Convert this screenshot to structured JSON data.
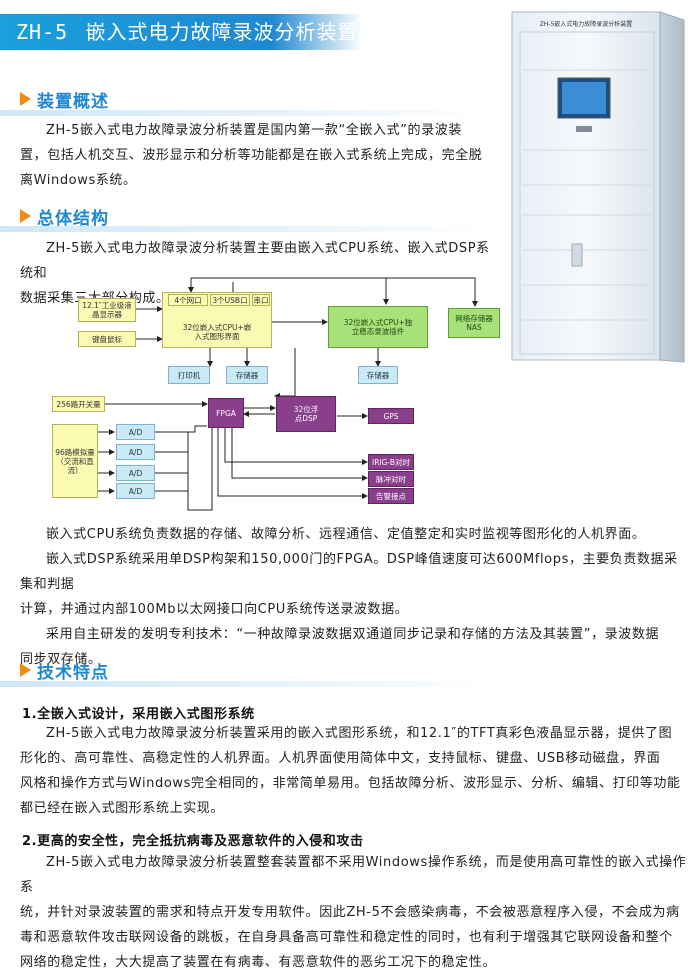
{
  "header": {
    "title_model": "ZH-5",
    "title_text": "嵌入式电力故障录波分析装置"
  },
  "cabinet": {
    "label": "ZH-5嵌入式电力故障录波分析装置"
  },
  "section1": {
    "heading": "装置概述",
    "para_lines": [
      "ZH-5嵌入式电力故障录波分析装置是国内第一款“全嵌入式”的录波装",
      "置，包括人机交互、波形显示和分析等功能都是在嵌入式系统上完成，完全脱",
      "离Windows系统。"
    ]
  },
  "section2": {
    "heading": "总体结构",
    "para_lines": [
      "ZH-5嵌入式电力故障录波分析装置主要由嵌入式CPU系统、嵌入式DSP系统和",
      "数据采集三大部分构成。"
    ]
  },
  "diagram": {
    "lcd": "12.1″工业级液晶显示器",
    "keyboard": "键盘鼠标",
    "port_net": "4个网口",
    "port_usb": "3个USB口",
    "port_serial": "串口",
    "cpu": "32位嵌入式CPU+嵌入式图形界面",
    "cpu2": "32位嵌入式CPU+独立稳态录波插件",
    "nas": "网络存储器NAS",
    "printer": "打印机",
    "storage1": "存储器",
    "storage2": "存储器",
    "switch": "256路开关量",
    "analog": "96路模拟量（交流和直流）",
    "ad": "A/D",
    "fpga": "FPGA",
    "dsp": "32位浮点DSP",
    "ctrl": "GPS",
    "out1": "IRIG-B对时",
    "out2": "脉冲对时",
    "out3": "告警接点"
  },
  "section2_after": {
    "para1": [
      "嵌入式CPU系统负责数据的存储、故障分析、远程通信、定值整定和实时监视等图形化的人机界面。"
    ],
    "para2": [
      "嵌入式DSP系统采用单DSP构架和150,000门的FPGA。DSP峰值速度可达600Mflops，主要负责数据采集和判据",
      "计算，并通过内部100Mb以太网接口向CPU系统传送录波数据。"
    ],
    "para3": [
      "采用自主研发的发明专利技术：“一种故障录波数据双通道同步记录和存储的方法及其装置”，录波数据",
      "同步双存储。"
    ]
  },
  "section3": {
    "heading": "技术特点",
    "sub1": "1.全嵌入式设计，采用嵌入式图形系统",
    "sub1_lines": [
      "ZH-5嵌入式电力故障录波分析装置采用的嵌入式图形系统，和12.1″的TFT真彩色液晶显示器，提供了图",
      "形化的、高可靠性、高稳定性的人机界面。人机界面使用简体中文，支持鼠标、键盘、USB移动磁盘，界面",
      "风格和操作方式与Windows完全相同的，非常简单易用。包括故障分析、波形显示、分析、编辑、打印等功能",
      "都已经在嵌入式图形系统上实现。"
    ],
    "sub2": "2.更高的安全性，完全抵抗病毒及恶意软件的入侵和攻击",
    "sub2_lines": [
      "ZH-5嵌入式电力故障录波分析装置整套装置都不采用Windows操作系统，而是使用高可靠性的嵌入式操作系",
      "统，并针对录波装置的需求和特点开发专用软件。因此ZH-5不会感染病毒，不会被恶意程序入侵，不会成为病",
      "毒和恶意软件攻击联网设备的跳板，在自身具备高可靠性和稳定性的同时，也有利于增强其它联网设备和整个",
      "网络的稳定性，大大提高了装置在有病毒、有恶意软件的恶劣工况下的稳定性。"
    ]
  }
}
